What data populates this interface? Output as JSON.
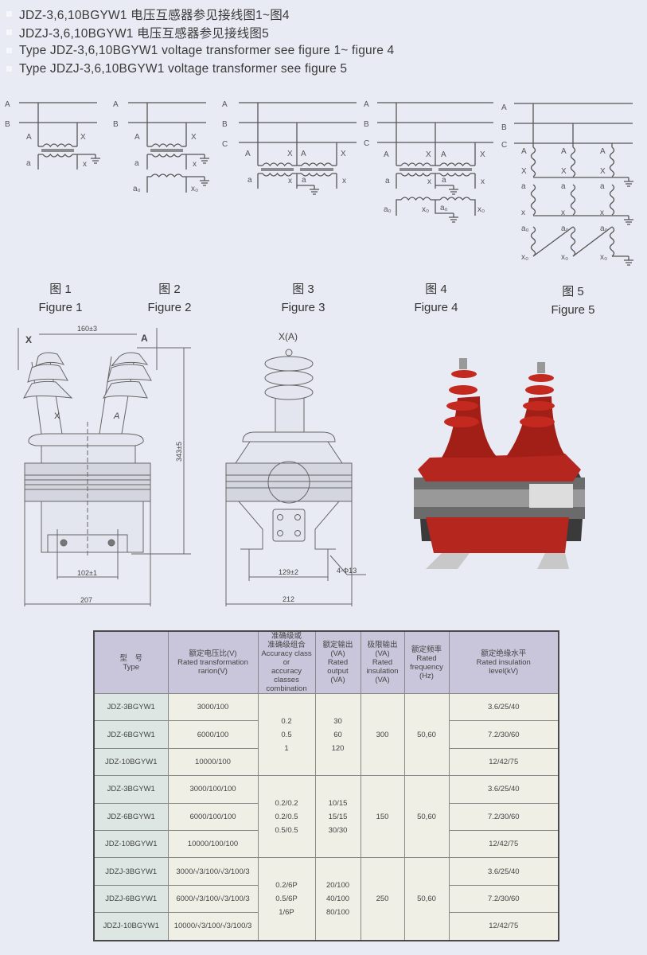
{
  "notes": [
    "JDZ-3,6,10BGYW1  电压互感器参见接线图1~图4",
    "JDZJ-3,6,10BGYW1  电压互感器参见接线图5",
    "Type JDZ-3,6,10BGYW1  voltage transformer see figure 1~ figure 4",
    "Type JDZJ-3,6,10BGYW1  voltage transformer see figure 5"
  ],
  "wiring": {
    "A": "A",
    "B": "B",
    "C": "C",
    "X": "X",
    "a": "a",
    "x": "x",
    "a0": "a₀",
    "x0": "x₀"
  },
  "figures": [
    {
      "cn": "图 1",
      "en": "Figure 1"
    },
    {
      "cn": "图 2",
      "en": "Figure 2"
    },
    {
      "cn": "图 3",
      "en": "Figure 3"
    },
    {
      "cn": "图 4",
      "en": "Figure 4"
    },
    {
      "cn": "图 5",
      "en": "Figure 5"
    }
  ],
  "drawing": {
    "terminal_x": "X",
    "terminal_a": "A",
    "width_top": "160±3",
    "height": "343±5",
    "bottom_inner": "102±1",
    "width_total": "207",
    "side_terminal": "X(A)",
    "side_mount": "129±2",
    "side_width": "212",
    "holes": "4-Φ13"
  },
  "table": {
    "headers": [
      [
        "型　号",
        "Type"
      ],
      [
        "额定电压比(V)",
        "Rated transformation",
        "rarion(V)"
      ],
      [
        "准确级或",
        "准确级组合",
        "Accuracy class or",
        "accuracy classes",
        "combination"
      ],
      [
        "额定输出(VA)",
        "Rated",
        "output",
        "(VA)"
      ],
      [
        "极限输出(VA)",
        "Rated",
        "insulation",
        "(VA)"
      ],
      [
        "额定频率",
        "Rated",
        "frequency",
        "(Hz)"
      ],
      [
        "额定绝缘水平",
        "Rated insulation",
        "level(kV)"
      ]
    ],
    "groups": [
      {
        "rows": [
          {
            "type": "JDZ-3BGYW1",
            "ratio": "3000/100",
            "level": "3.6/25/40"
          },
          {
            "type": "JDZ-6BGYW1",
            "ratio": "6000/100",
            "level": "7.2/30/60"
          },
          {
            "type": "JDZ-10BGYW1",
            "ratio": "10000/100",
            "level": "12/42/75"
          }
        ],
        "accuracy": [
          "0.2",
          "0.5",
          "1"
        ],
        "output": [
          "30",
          "60",
          "120"
        ],
        "limit": "300",
        "freq": "50,60"
      },
      {
        "rows": [
          {
            "type": "JDZ-3BGYW1",
            "ratio": "3000/100/100",
            "level": "3.6/25/40"
          },
          {
            "type": "JDZ-6BGYW1",
            "ratio": "6000/100/100",
            "level": "7.2/30/60"
          },
          {
            "type": "JDZ-10BGYW1",
            "ratio": "10000/100/100",
            "level": "12/42/75"
          }
        ],
        "accuracy": [
          "0.2/0.2",
          "0.2/0.5",
          "0.5/0.5"
        ],
        "output": [
          "10/15",
          "15/15",
          "30/30"
        ],
        "limit": "150",
        "freq": "50,60"
      },
      {
        "rows": [
          {
            "type": "JDZJ-3BGYW1",
            "ratio": "3000/√3/100/√3/100/3",
            "level": "3.6/25/40"
          },
          {
            "type": "JDZJ-6BGYW1",
            "ratio": "6000/√3/100/√3/100/3",
            "level": "7.2/30/60"
          },
          {
            "type": "JDZJ-10BGYW1",
            "ratio": "10000/√3/100/√3/100/3",
            "level": "12/42/75"
          }
        ],
        "accuracy": [
          "0.2/6P",
          "0.5/6P",
          "1/6P"
        ],
        "output": [
          "20/100",
          "40/100",
          "80/100"
        ],
        "limit": "250",
        "freq": "50,60"
      }
    ]
  },
  "colors": {
    "insulator": "#b5261e",
    "body": "#2a2a2a",
    "header_bg": "#c9c5da"
  }
}
